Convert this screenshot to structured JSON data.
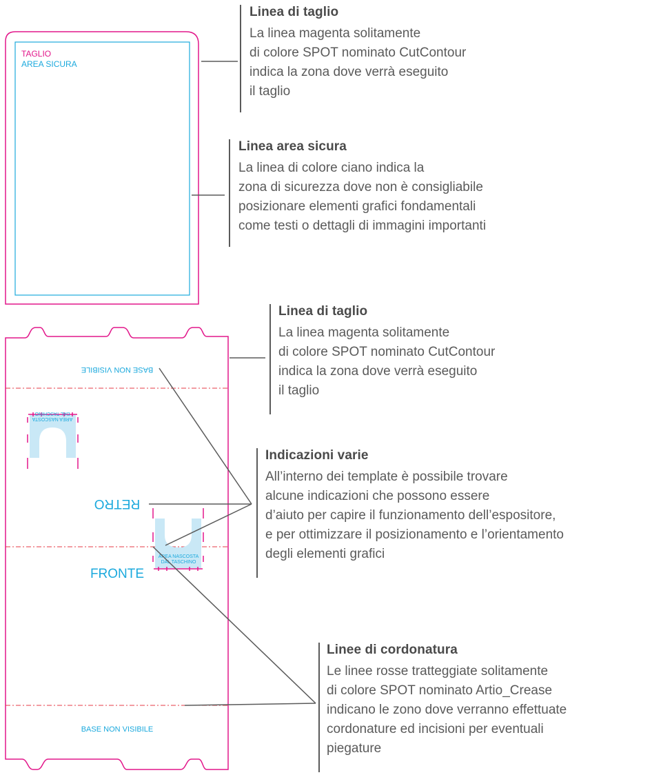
{
  "colors": {
    "cut": "#e2168a",
    "safe": "#1ba9dd",
    "crease": "#e53a46",
    "hidden": "#c9e8f6",
    "callout": "#5a5a5a"
  },
  "labels": {
    "taglio": "TAGLIO",
    "area_sicura": "AREA SICURA",
    "base_top": "BASE NON VISIBILE",
    "hidden_top": [
      "AREA NASCOSTA",
      "DAL TASCHINO"
    ],
    "retro": "RETRO",
    "fronte": "FRONTE",
    "hidden_bottom": [
      "AREA NASCOSTA",
      "DAL TASCHINO"
    ],
    "base_bottom": "BASE NON VISIBILE"
  },
  "callouts": [
    {
      "title": "Linea di taglio",
      "text": "La linea magenta solitamente\ndi colore SPOT nominato CutContour\nindica la zona dove verrà eseguito\nil taglio"
    },
    {
      "title": "Linea area sicura",
      "text": "La linea di colore ciano indica la\nzona di sicurezza dove non è consigliabile\nposizionare elementi grafici fondamentali\ncome testi o dettagli di immagini importanti"
    },
    {
      "title": "Linea di taglio",
      "text": "La linea magenta solitamente\ndi colore SPOT nominato CutContour\nindica la zona dove verrà eseguito\nil taglio"
    },
    {
      "title": "Indicazioni varie",
      "text": "All’interno dei template è possibile trovare\nalcune indicazioni che possono essere\nd’aiuto per capire il funzionamento dell’espositore,\ne per ottimizzare il posizionamento e l’orientamento\ndegli elementi grafici"
    },
    {
      "title": "Linee di cordonatura",
      "text": "Le linee rosse tratteggiate solitamente\ndi colore SPOT nominato Artio_Crease\nindicano le zono dove verranno effettuate\ncordonature ed incisioni per eventuali\npiegature"
    }
  ]
}
